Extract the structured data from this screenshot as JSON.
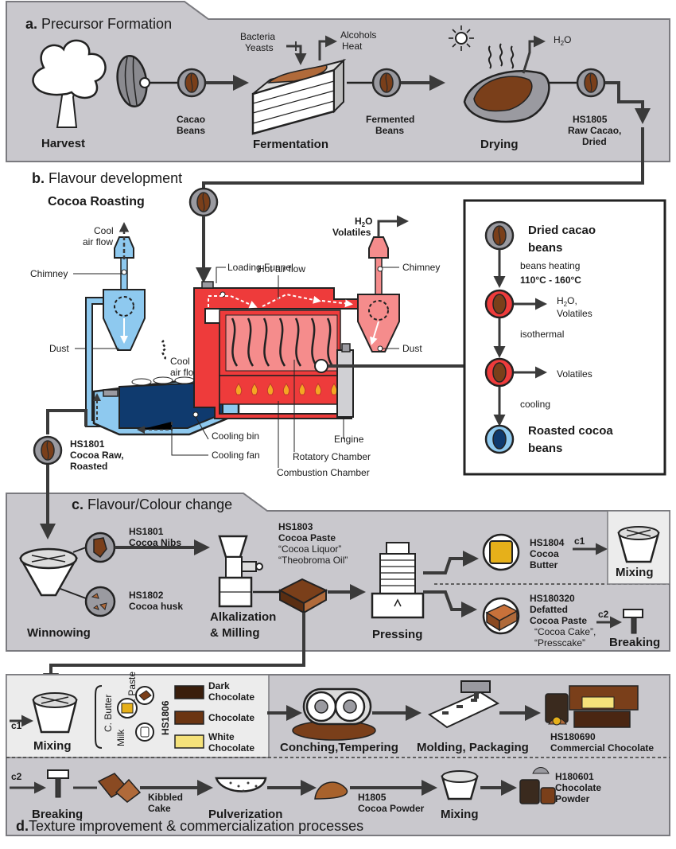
{
  "sections": {
    "a": {
      "letter": "a.",
      "title": "Precursor Formation"
    },
    "b": {
      "letter": "b.",
      "title": "Flavour development",
      "subtitle": "Cocoa Roasting"
    },
    "c": {
      "letter": "c.",
      "title": "Flavour/Colour change"
    },
    "d": {
      "letter": "d.",
      "title": "Texture improvement & commercialization processes"
    }
  },
  "precursor": {
    "harvest": "Harvest",
    "cacao_beans": [
      "Cacao",
      "Beans"
    ],
    "bacteria_yeasts": [
      "Bacteria",
      "Yeasts"
    ],
    "alcohols_heat": [
      "Alcohols",
      "Heat"
    ],
    "fermentation": "Fermentation",
    "fermented_beans": [
      "Fermented",
      "Beans"
    ],
    "drying": "Drying",
    "h2o": "H",
    "h2o_sub": "2",
    "h2o_o": "O",
    "raw_cacao": [
      "HS1805",
      "Raw Cacao,",
      "Dried"
    ]
  },
  "roasting": {
    "cool_air_flow_top": [
      "Cool",
      "air flow"
    ],
    "chimney_left": "Chimney",
    "dust_left": "Dust",
    "cool_air_flow_mid": [
      "Cool",
      "air flow"
    ],
    "loading_funnel": "Loading Funnel",
    "hot_air_flow": "Hot air flow",
    "volatiles_top": "Volatiles",
    "chimney_right": "Chimney",
    "dust_right": "Dust",
    "cooling_bin": "Cooling bin",
    "cooling_fan": "Cooling fan",
    "engine": "Engine",
    "rotatory_chamber": "Rotatory Chamber",
    "combustion_chamber": "Combustion Chamber",
    "cocoa_raw_roasted": [
      "HS1801",
      "Cocoa Raw,",
      "Roasted"
    ]
  },
  "roast_panel": {
    "dried_beans": [
      "Dried cacao",
      "beans"
    ],
    "beans_heating": "beans heating",
    "temp_range": "110°C - 160°C",
    "volatiles_1": "Volatiles",
    "isothermal": "isothermal",
    "volatiles_2": "Volatiles",
    "cooling": "cooling",
    "roasted_beans": [
      "Roasted cocoa",
      "beans"
    ]
  },
  "flavour": {
    "nibs": [
      "HS1801",
      "Cocoa Nibs"
    ],
    "husk": [
      "HS1802",
      "Cocoa husk"
    ],
    "winnowing": "Winnowing",
    "paste": [
      "HS1803",
      "Cocoa Paste",
      "“Cocoa Liquor”",
      "“Theobroma Oil”"
    ],
    "alkalization": [
      "Alkalization",
      "& Milling"
    ],
    "pressing": "Pressing",
    "butter": [
      "HS1804",
      "Cocoa",
      "Butter"
    ],
    "c1": "c1",
    "mixing": "Mixing",
    "defatted": [
      "HS180320",
      "Defatted",
      "Cocoa Paste",
      "“Cocoa Cake”,",
      "“Presscake”"
    ],
    "c2": "c2",
    "breaking": "Breaking"
  },
  "commercial": {
    "c1": "c1",
    "mixing": "Mixing",
    "c_butter": "C. Butter",
    "c_paste": "C. Paste",
    "milk": "Milk",
    "hs1806": "HS1806",
    "dark": [
      "Dark",
      "Chocolate"
    ],
    "chocolate": "Chocolate",
    "white": [
      "White",
      "Chocolate"
    ],
    "conching": "Conching,Tempering",
    "molding": "Molding, Packaging",
    "commercial_choc": [
      "HS180690",
      "Commercial Chocolate"
    ],
    "c2": "c2",
    "breaking": "Breaking",
    "kibbled": [
      "Kibbled",
      "Cake"
    ],
    "pulverization": "Pulverization",
    "powder": [
      "H1805",
      "Cocoa Powder"
    ],
    "mixing2": "Mixing",
    "choc_powder": [
      "H180601",
      "Chocolate",
      "Powder"
    ]
  },
  "colors": {
    "panel": "#c9c8cd",
    "panel_line": "#7a7a7f",
    "red": "#ee3b3b",
    "red_light": "#f58c8c",
    "blue": "#8ec9ef",
    "blue_dark": "#0f3a6e",
    "brown": "#7a3f1a",
    "arrow": "#3a3a3a"
  }
}
